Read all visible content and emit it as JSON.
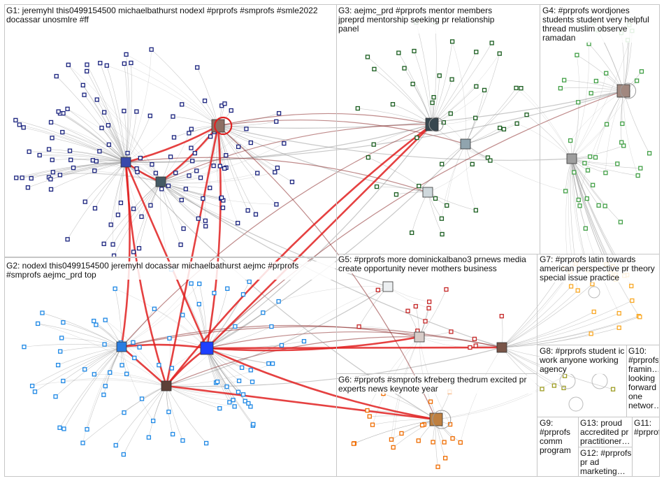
{
  "graph": {
    "title": "NodeXL #prprofs network graph",
    "colors": {
      "edge_grey": "#9b9b9b",
      "edge_red": "#e02020",
      "edge_dark": "#8a2a2a",
      "panel_border": "#c6c6c6",
      "g1": "#1a237e",
      "g2": "#1e88e5",
      "g3": "#1b5e20",
      "g4": "#43a047",
      "g5": "#c62828",
      "g6": "#ef6c00",
      "g7": "#f9a825",
      "g8": "#9e9d24",
      "g9": "#6a1b9a"
    },
    "groups": [
      {
        "id": "G1",
        "label": "G1: jeremyhl this0499154500 michaelbathurst nodexl #prprofs #smprofs #smle2022 docassar unosmlre #ff"
      },
      {
        "id": "G2",
        "label": "G2: nodexl this0499154500 jeremyhl docassar michaelbathurst aejmc #prprofs #smprofs aejmc_prd top"
      },
      {
        "id": "G3",
        "label": "G3: aejmc_prd #prprofs mentor members jpreprd mentorship seeking pr relationship panel"
      },
      {
        "id": "G4",
        "label": "G4: #prprofs wordjones students student very helpful thread muslim observe ramadan"
      },
      {
        "id": "G5",
        "label": "G5: #prprofs more dominickalbano3 prnews media create opportunity never mothers business"
      },
      {
        "id": "G6",
        "label": "G6: #prprofs #smprofs kfreberg thedrum excited pr experts news keynote year"
      },
      {
        "id": "G7",
        "label": "G7: #prprofs latin towards american perspective pr theory special issue practice"
      },
      {
        "id": "G8",
        "label": "G8: #prprofs student ic work anyone working agency"
      },
      {
        "id": "G9",
        "label": "G9: #prprofs comm program"
      },
      {
        "id": "G10",
        "label": "G10: #prprofs framin… looking forward one networ…"
      },
      {
        "id": "G11",
        "label": "G11: #prprofs"
      },
      {
        "id": "G12",
        "label": "G12: #prprofs pr ad marketing…"
      },
      {
        "id": "G13",
        "label": "G13: proud accredited pr practitioner…"
      }
    ]
  }
}
